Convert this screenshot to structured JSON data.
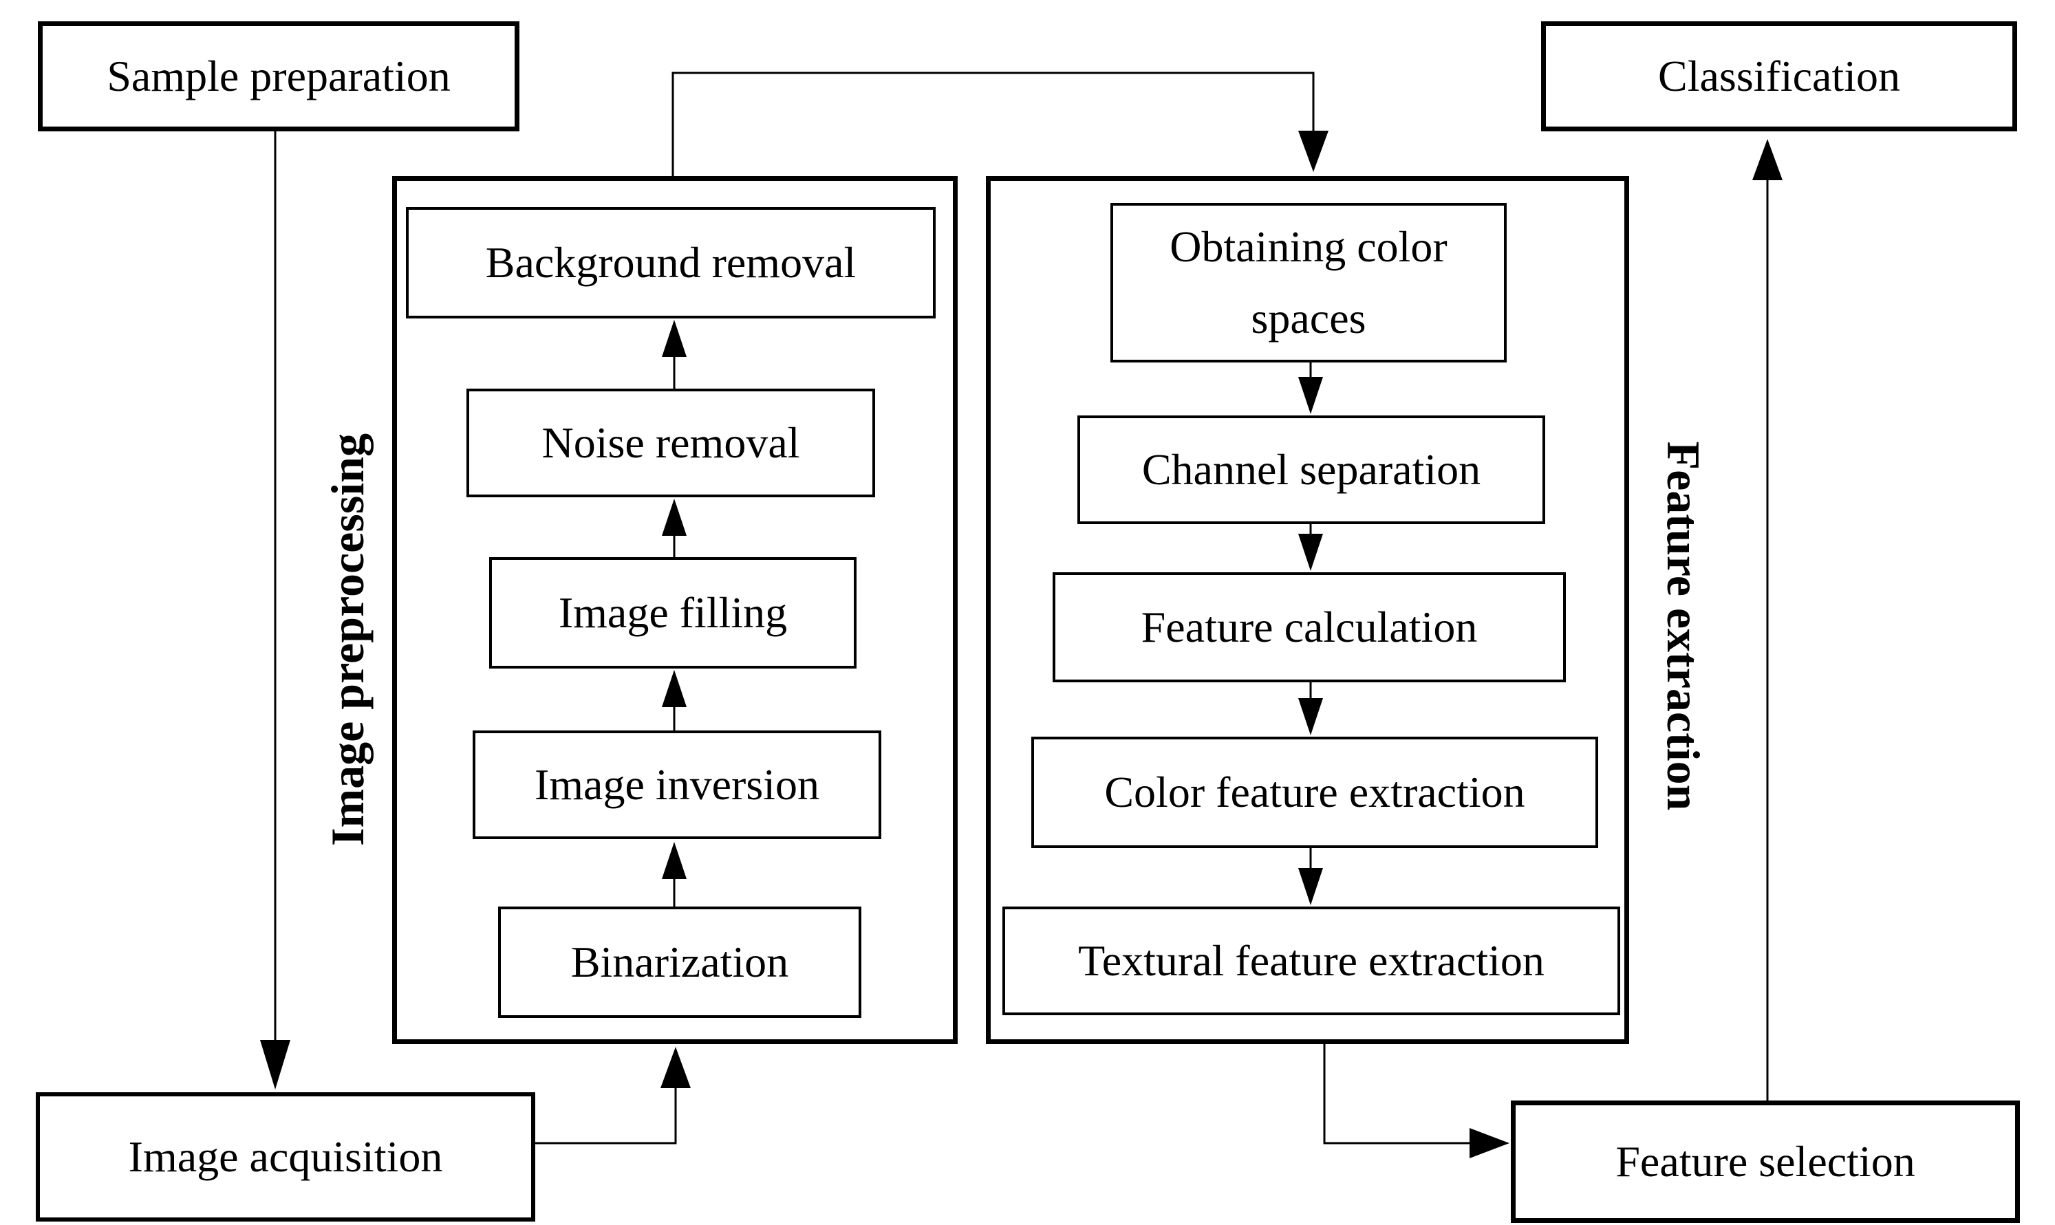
{
  "diagram": {
    "type": "flowchart",
    "colors": {
      "stroke": "#000000",
      "fill": "#ffffff",
      "text": "#000000"
    },
    "nodes": {
      "sample_preparation": {
        "label": "Sample preparation"
      },
      "image_acquisition": {
        "label": "Image acquisition"
      },
      "classification": {
        "label": "Classification"
      },
      "feature_selection": {
        "label": "Feature selection"
      }
    },
    "groups": {
      "image_preprocessing": {
        "label": "Image preprocessing",
        "flow_direction": "bottom-to-top",
        "steps": [
          {
            "id": "binarization",
            "label": "Binarization"
          },
          {
            "id": "image_inversion",
            "label": "Image inversion"
          },
          {
            "id": "image_filling",
            "label": "Image filling"
          },
          {
            "id": "noise_removal",
            "label": "Noise removal"
          },
          {
            "id": "background_removal",
            "label": "Background removal"
          }
        ]
      },
      "feature_extraction": {
        "label": "Feature extraction",
        "flow_direction": "top-to-bottom",
        "steps": [
          {
            "id": "obtaining_color_spaces",
            "label": "Obtaining color spaces"
          },
          {
            "id": "channel_separation",
            "label": "Channel separation"
          },
          {
            "id": "feature_calculation",
            "label": "Feature calculation"
          },
          {
            "id": "color_feature_extraction",
            "label": "Color feature extraction"
          },
          {
            "id": "textural_feature_extraction",
            "label": "Textural feature extraction"
          }
        ]
      }
    },
    "edges": [
      {
        "from": "sample_preparation",
        "to": "image_acquisition"
      },
      {
        "from": "image_acquisition",
        "to": "image_preprocessing.binarization"
      },
      {
        "from": "binarization",
        "to": "image_inversion"
      },
      {
        "from": "image_inversion",
        "to": "image_filling"
      },
      {
        "from": "image_filling",
        "to": "noise_removal"
      },
      {
        "from": "noise_removal",
        "to": "background_removal"
      },
      {
        "from": "image_preprocessing",
        "to": "feature_extraction"
      },
      {
        "from": "obtaining_color_spaces",
        "to": "channel_separation"
      },
      {
        "from": "channel_separation",
        "to": "feature_calculation"
      },
      {
        "from": "feature_calculation",
        "to": "color_feature_extraction"
      },
      {
        "from": "color_feature_extraction",
        "to": "textural_feature_extraction"
      },
      {
        "from": "feature_extraction",
        "to": "feature_selection"
      },
      {
        "from": "feature_selection",
        "to": "classification"
      }
    ]
  }
}
